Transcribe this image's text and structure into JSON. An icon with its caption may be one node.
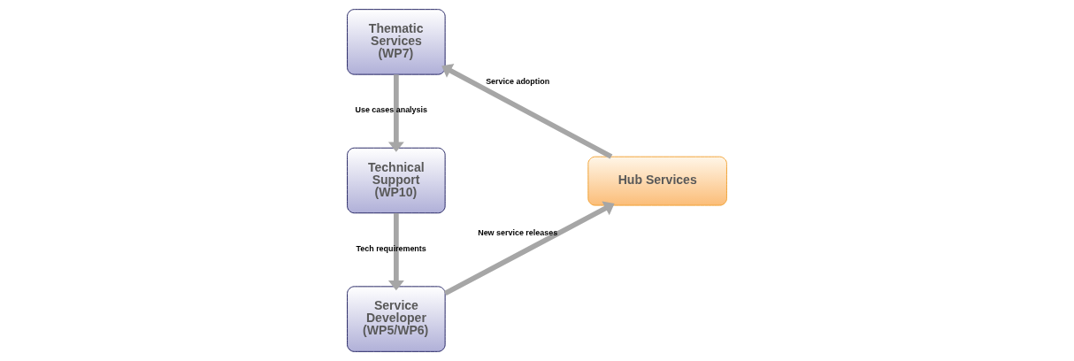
{
  "diagram": {
    "nodes": [
      {
        "text": [
          "Thematic Services (WP7)"
        ]
      },
      {
        "text": [
          "Technical Support (WP10)"
        ]
      },
      {
        "text": [
          "Service Developer (WP5/WP6)"
        ]
      },
      {
        "text": [
          "Hub Services"
        ]
      }
    ],
    "edges": [
      {
        "from": 0,
        "to": 1,
        "arrow": "to",
        "label": "Use cases analysis"
      },
      {
        "from": 1,
        "to": 2,
        "arrow": "to",
        "label": "Tech requirements"
      },
      {
        "from": 2,
        "to": 3,
        "arrow": "to",
        "label": "New service releases"
      },
      {
        "from": 3,
        "to": 0,
        "arrow": "to",
        "label": "Service adoption"
      }
    ]
  }
}
